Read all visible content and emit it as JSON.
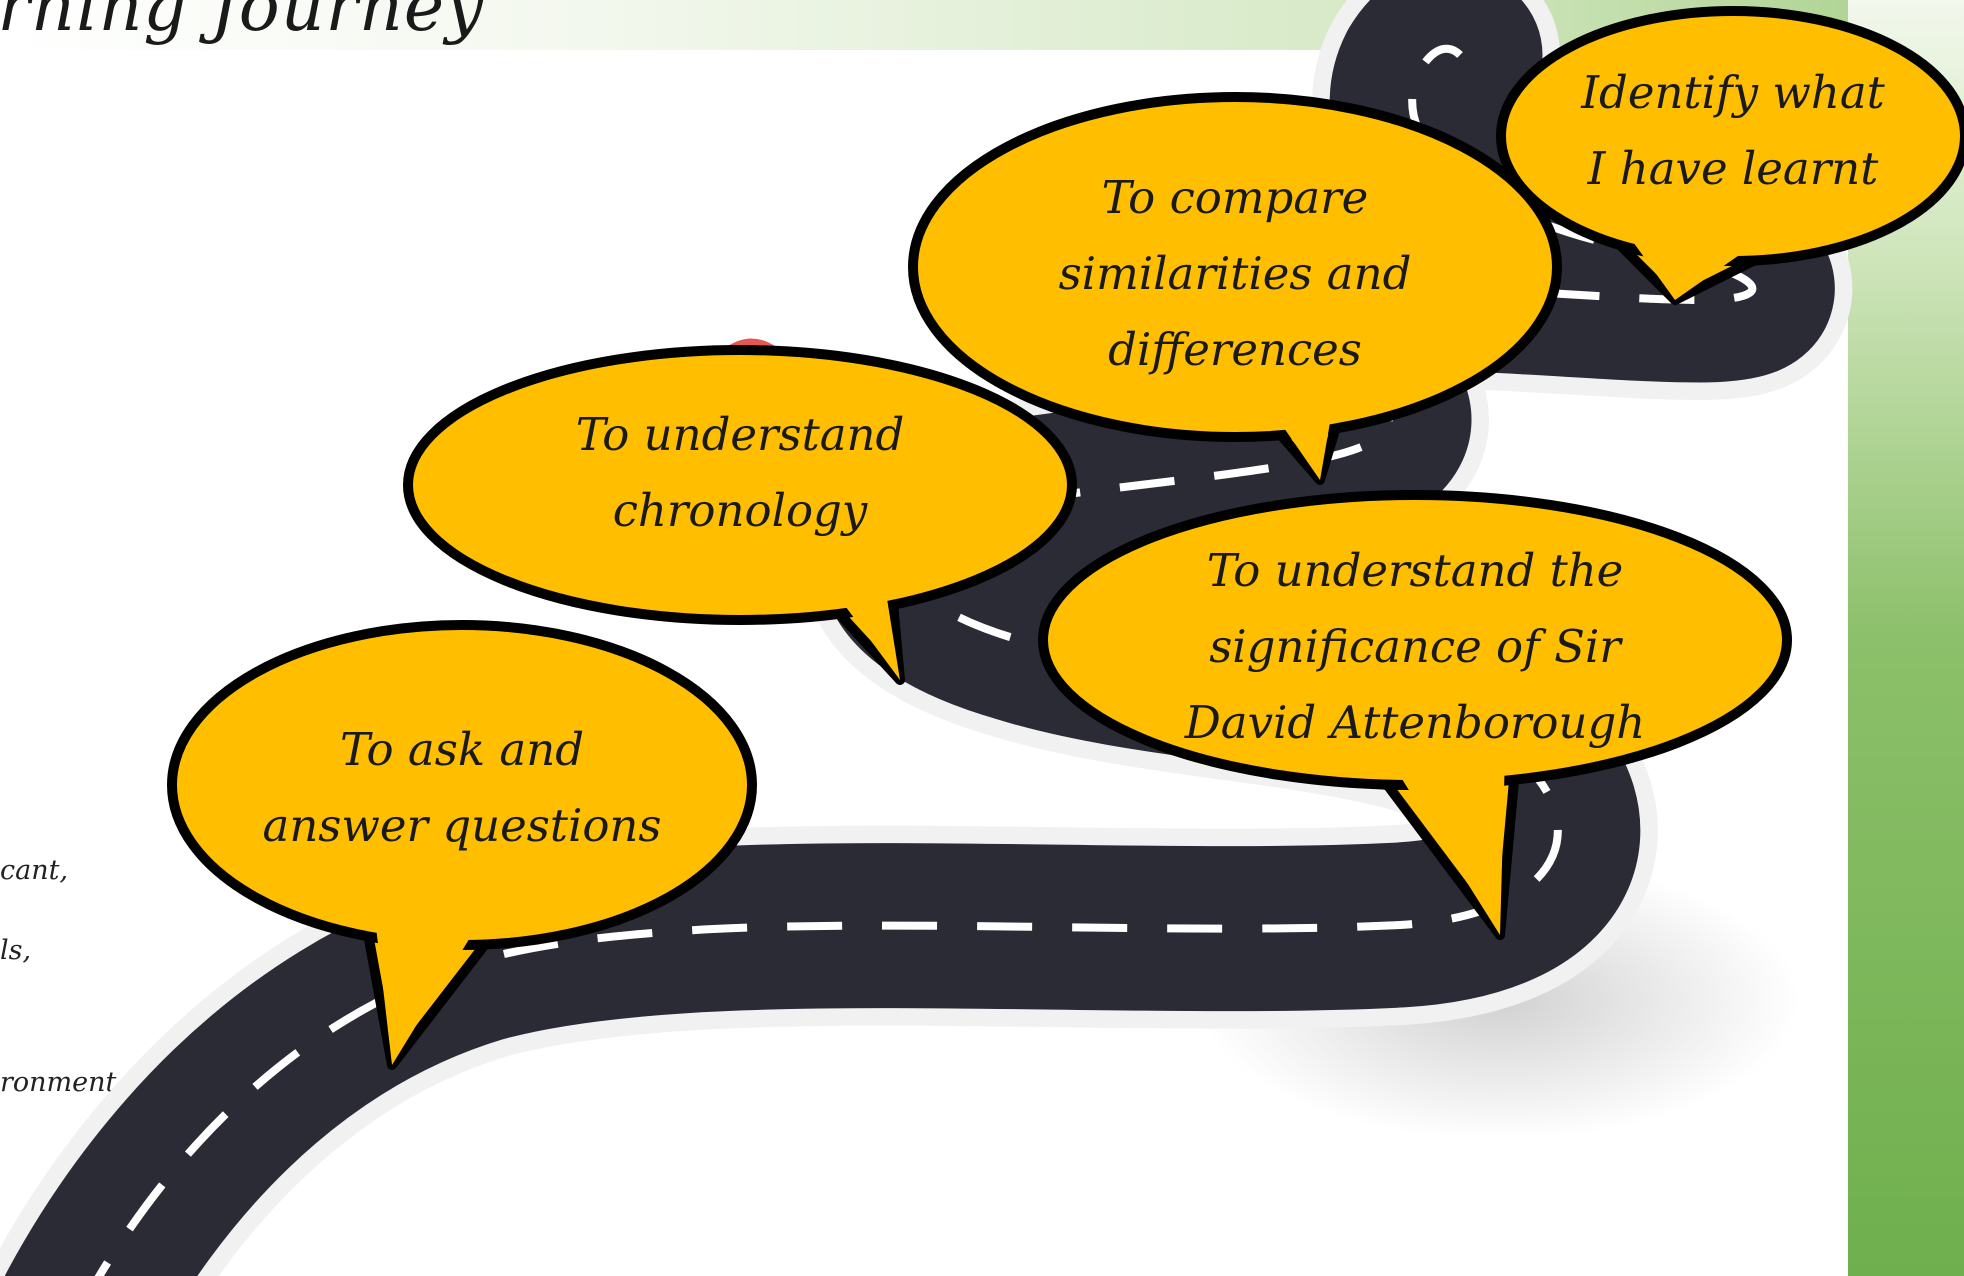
{
  "slide": {
    "title": "arning Journey",
    "side_text": [
      "cant,",
      "ls,",
      "ronment"
    ]
  },
  "colors": {
    "bubble_fill": "#ffbf00",
    "bubble_stroke": "#000000",
    "road": "#2b2b36",
    "road_edge": "#f1f1f1",
    "green_accent": "#7ab55c"
  },
  "bubbles": [
    {
      "lines": [
        "Identify what",
        "I have learnt"
      ]
    },
    {
      "lines": [
        "To compare",
        "similarities and",
        "differences"
      ]
    },
    {
      "lines": [
        "To understand",
        "chronology"
      ]
    },
    {
      "lines": [
        "To understand the",
        "significance of Sir",
        "David Attenborough"
      ]
    },
    {
      "lines": [
        "To ask and",
        "answer questions"
      ]
    }
  ]
}
